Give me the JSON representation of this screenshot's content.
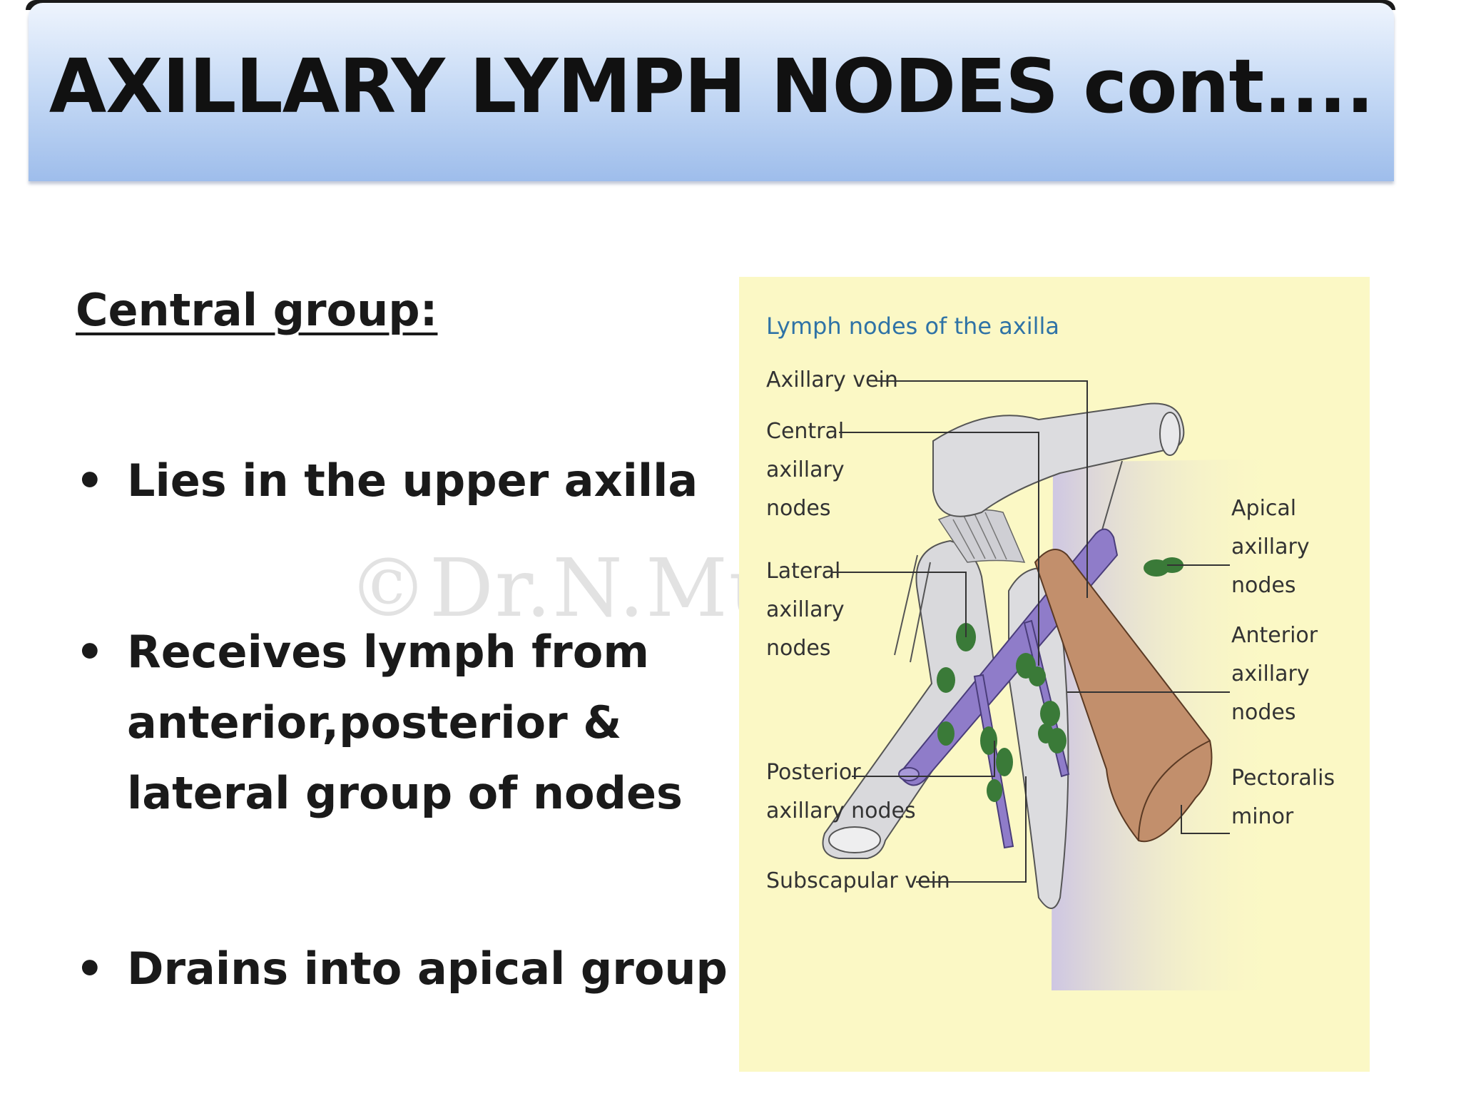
{
  "slide": {
    "title": "AXILLARY LYMPH NODES cont....",
    "section_heading": "Central group:",
    "bullets": [
      {
        "text": "Lies in the upper axilla"
      },
      {
        "text": "Receives lymph from\nanterior,posterior &\nlateral group of nodes"
      },
      {
        "text": "Drains into apical group"
      }
    ],
    "watermark": "©Dr.N.Mugunthan"
  },
  "figure": {
    "title": "Lymph nodes of the axilla",
    "labels": {
      "axillary_vein": "Axillary vein",
      "central_nodes": "Central\naxillary\nnodes",
      "lateral_nodes": "Lateral\naxillary\nnodes",
      "posterior_nodes": "Posterior\naxillary nodes",
      "subscapular_vein": "Subscapular vein",
      "apical_nodes": "Apical\naxillary\nnodes",
      "anterior_nodes": "Anterior\naxillary\nnodes",
      "pectoralis_minor": "Pectoralis\nminor"
    },
    "colors": {
      "panel_background": "#fbf8c5",
      "bone": "#d9d9dc",
      "vein": "#8f7cc9",
      "muscle": "#c28f6c",
      "lymph_node": "#3a7a38",
      "title_text": "#2f73a6"
    }
  }
}
